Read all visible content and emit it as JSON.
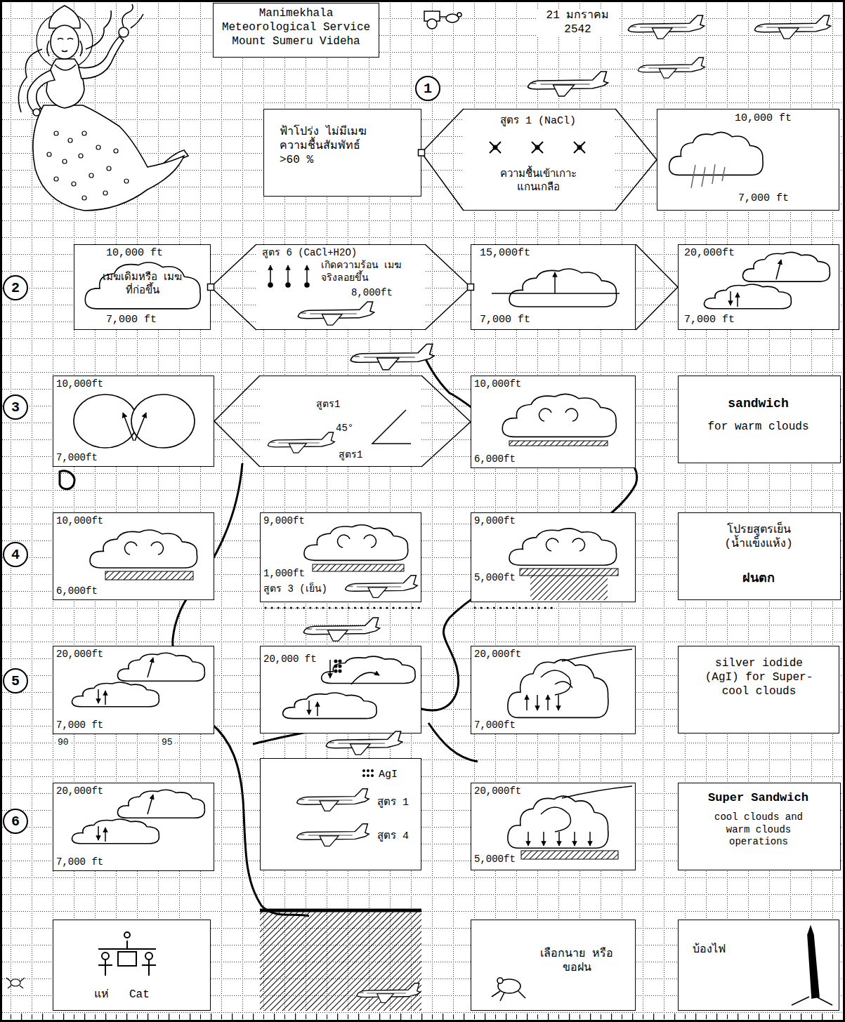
{
  "diagram": {
    "nodes": [
      {
        "text": [
          "Manimekhala Meteorological Service Mount Sumeru Videha"
        ]
      },
      {
        "text": [
          "1"
        ]
      },
      {
        "text": [
          "ฟ้าโปร่ง ไม่มีเมฆ ความชื้นสัมพัทธ์ >60 %"
        ]
      },
      {
        "text": [
          "สูตร 1 (NaCl)",
          "ความชื้นเข้าเกาะ แกนเกลือ"
        ]
      },
      {
        "text": [
          "10,000 ft",
          "7,000 ft"
        ]
      },
      {
        "text": [
          "2"
        ]
      },
      {
        "text": [
          "10,000 ft",
          "เมฆเดิมหรือ เมฆที่ก่อขึ้น",
          "7,000 ft"
        ]
      },
      {
        "text": [
          "สูตร 6 (CaCl+H2O)",
          "เกิดความร้อน เมฆจริงลอยขึ้น",
          "8,000ft"
        ]
      },
      {
        "text": [
          "15,000ft",
          "7,000 ft"
        ]
      },
      {
        "text": [
          "20,000ft",
          "7,000 ft"
        ]
      },
      {
        "text": [
          "3"
        ]
      },
      {
        "text": [
          "10,000ft",
          "7,000ft"
        ]
      },
      {
        "text": [
          "สูตร1",
          "45°",
          "สูตร1"
        ]
      },
      {
        "text": [
          "10,000ft",
          "6,000ft"
        ]
      },
      {
        "text": [
          "sandwich",
          "for warm clouds"
        ]
      },
      {
        "text": [
          "4"
        ]
      },
      {
        "text": [
          "10,000ft",
          "6,000ft"
        ]
      },
      {
        "text": [
          "9,000ft",
          "1,000ft",
          "สูตร 3 (เย็น)"
        ]
      },
      {
        "text": [
          "9,000ft",
          "5,000ft"
        ]
      },
      {
        "text": [
          "โปรยสูตรเย็น (น้ำแข็งแห้ง)",
          "ฝนตก"
        ]
      },
      {
        "text": [
          "5"
        ]
      },
      {
        "text": [
          "20,000ft",
          "7,000 ft"
        ]
      },
      {
        "text": [
          "20,000 ft"
        ]
      },
      {
        "text": [
          "20,000ft",
          "7,000ft"
        ]
      },
      {
        "text": [
          "silver iodide (AgI) for Super-cool clouds"
        ]
      },
      {
        "text": [
          "6"
        ]
      },
      {
        "text": [
          "20,000ft",
          "7,000 ft"
        ]
      },
      {
        "text": [
          "AgI",
          "สูตร 1",
          "สูตร 4"
        ]
      },
      {
        "text": [
          "20,000ft",
          "5,000ft"
        ]
      },
      {
        "text": [
          "Super Sandwich",
          "cool clouds and warm clouds operations"
        ]
      },
      {
        "text": [
          "แห่",
          "Cat"
        ]
      },
      {
        "text": [
          "เลือกนาย หรือ ขอฝน"
        ]
      },
      {
        "text": [
          "บ้องไฟ"
        ]
      }
    ],
    "edges": [
      {
        "from": 2,
        "to": 3,
        "arrow": "none"
      },
      {
        "from": 3,
        "to": 4,
        "arrow": "none"
      },
      {
        "from": 6,
        "to": 7,
        "arrow": "none"
      },
      {
        "from": 7,
        "to": 8,
        "arrow": "none"
      },
      {
        "from": 8,
        "to": 9,
        "arrow": "none"
      },
      {
        "from": 11,
        "to": 12,
        "arrow": "none"
      },
      {
        "from": 12,
        "to": 13,
        "arrow": "none"
      }
    ],
    "labels": [
      "21 มกราคม 2542",
      "90",
      "95"
    ]
  }
}
